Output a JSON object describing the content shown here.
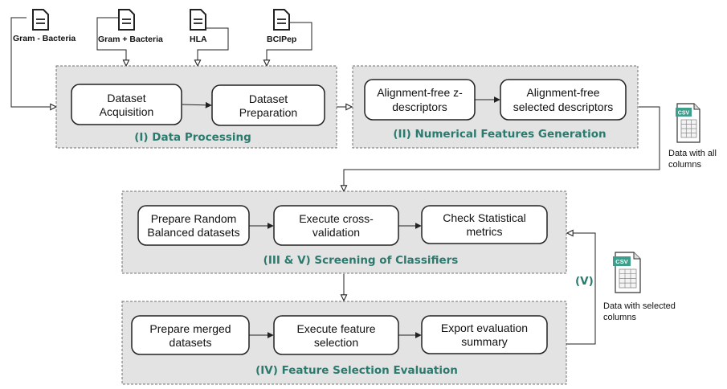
{
  "sources": [
    "Gram - Bacteria",
    "Gram + Bacteria",
    "HLA",
    "BCIPep"
  ],
  "stages": {
    "s1": {
      "title": "(I) Data Processing",
      "boxes": [
        [
          "Dataset",
          "Acquisition"
        ],
        [
          "Dataset",
          "Preparation"
        ]
      ]
    },
    "s2": {
      "title": "(II) Numerical Features Generation",
      "boxes": [
        [
          "Alignment-free z-",
          "descriptors"
        ],
        [
          "Alignment-free",
          "selected descriptors"
        ]
      ]
    },
    "s3": {
      "title": "(III & V) Screening of Classifiers",
      "boxes": [
        [
          "Prepare Random",
          "Balanced datasets"
        ],
        [
          "Execute cross-",
          "validation"
        ],
        [
          "Check Statistical",
          "metrics"
        ]
      ]
    },
    "s4": {
      "title": "(IV) Feature Selection Evaluation",
      "boxes": [
        [
          "Prepare merged",
          "datasets"
        ],
        [
          "Execute feature",
          "selection"
        ],
        [
          "Export evaluation",
          "summary"
        ]
      ]
    }
  },
  "csv_all": {
    "badge": "CSV",
    "lines": [
      "Data with all",
      "columns"
    ]
  },
  "csv_selected": {
    "badge": "CSV",
    "lines": [
      "Data with selected",
      "columns"
    ]
  },
  "loop_label": "(V)",
  "colors": {
    "stage_fill": "#e3e3e3",
    "title_teal": "#2c7a6e",
    "csv_green": "#3d9e8c"
  }
}
